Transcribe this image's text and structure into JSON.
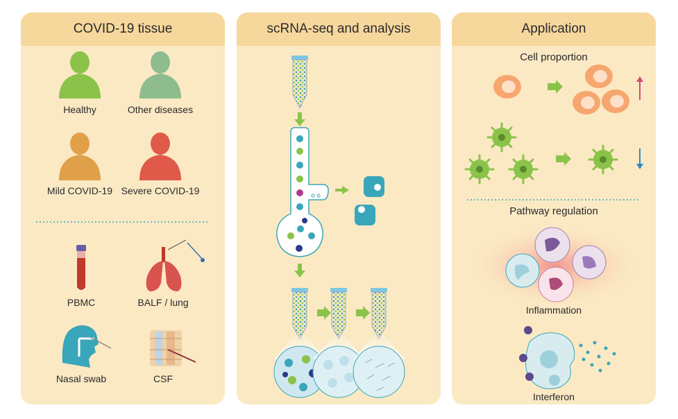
{
  "panels": {
    "tissue": {
      "title": "COVID-19 tissue",
      "groups": [
        "Healthy",
        "Other diseases",
        "Mild COVID-19",
        "Severe COVID-19"
      ],
      "samples": [
        "PBMC",
        "BALF / lung",
        "Nasal swab",
        "CSF"
      ]
    },
    "seq": {
      "title": "scRNA-seq and analysis"
    },
    "app": {
      "title": "Application",
      "cell_proportion": "Cell proportion",
      "pathway_regulation": "Pathway regulation",
      "inflammation": "Inflammation",
      "interferon": "Interferon"
    }
  },
  "colors": {
    "panel_bg": "#fbe9c4",
    "header_bg": "#f6d79c",
    "healthy": "#8bc34a",
    "other": "#8fbc8f",
    "mild": "#e0a04a",
    "severe": "#e05a4a",
    "arrow": "#8bc34a",
    "teal": "#3aa6b9"
  },
  "icons": [
    "person-icon",
    "tube-icon",
    "lungs-icon",
    "head-icon",
    "spine-icon",
    "arrow-icon",
    "cell-icon"
  ]
}
